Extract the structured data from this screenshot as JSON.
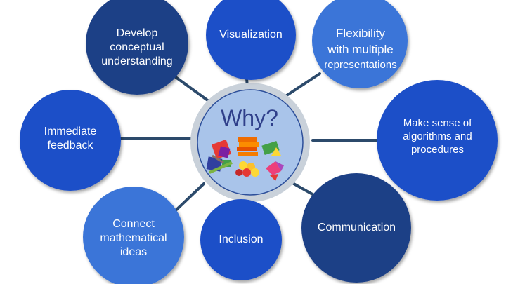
{
  "center": {
    "title": "Why?",
    "image": "math-manipulatives-icon"
  },
  "nodes": {
    "develop": {
      "lines": [
        "Develop",
        "conceptual",
        "understanding"
      ]
    },
    "visualization": {
      "lines": [
        "Visualization"
      ]
    },
    "flexibility": {
      "lines": [
        "Flexibility",
        "with multiple",
        "representations"
      ]
    },
    "feedback": {
      "lines": [
        "Immediate",
        "feedback"
      ]
    },
    "sense": {
      "lines": [
        "Make sense of",
        "algorithms and",
        "procedures"
      ]
    },
    "connect": {
      "lines": [
        "Connect",
        "mathematical",
        "ideas"
      ]
    },
    "inclusion": {
      "lines": [
        "Inclusion"
      ]
    },
    "communication": {
      "lines": [
        "Communication"
      ]
    }
  },
  "colors": {
    "connector": "#2c4a6b",
    "dark_navy": "#1f3f86",
    "mid_blue": "#1f50c8",
    "light_blue": "#3b75d8",
    "center_fill": "#a9c4ea",
    "center_ring": "#c9d1da"
  }
}
